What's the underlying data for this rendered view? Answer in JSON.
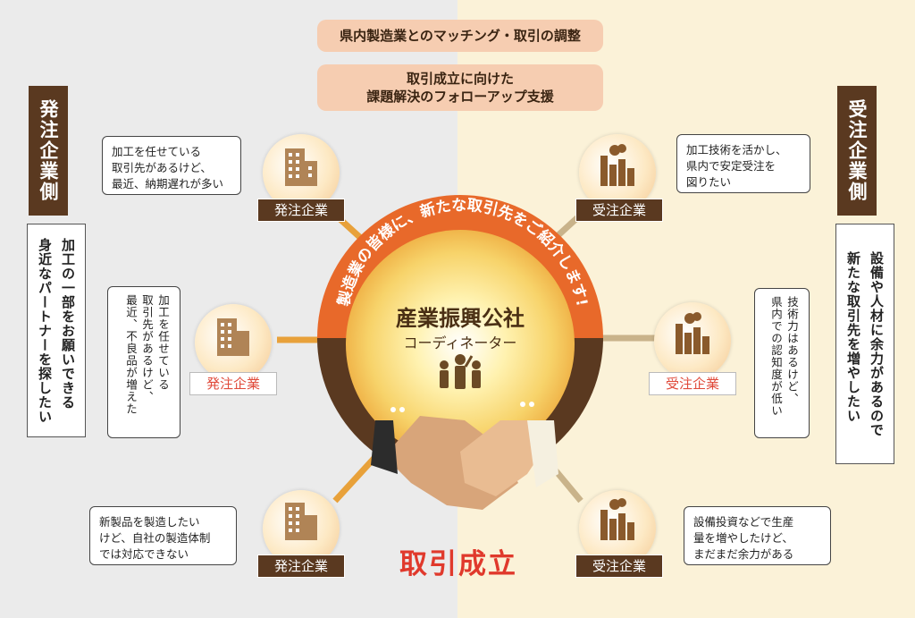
{
  "top_pills": {
    "pill1": "県内製造業とのマッチング・取引の調整",
    "pill2_line1": "取引成立に向けた",
    "pill2_line2": "課題解決のフォローアップ支援"
  },
  "left": {
    "title": "発注企業側",
    "desc": "加工の一部をお願いできる\n身近なパートナーを探したい"
  },
  "right": {
    "title": "受注企業側",
    "desc": "設備や人材に余力があるので\n新たな取引先を増やしたい"
  },
  "center": {
    "arc_text": "製造業の皆様に、新たな取引先をご紹介します!",
    "org_name": "産業振興公社",
    "role": "コーディネーター",
    "deal_label": "取引成立"
  },
  "nodes": {
    "orderer_label": "発注企業",
    "supplier_label": "受注企業"
  },
  "bubbles": {
    "left_top": "加工を任せている\n取引先があるけど、\n最近、納期遅れが多い",
    "left_mid": "加工を任せている\n取引先があるけど、\n最近、不良品が増えた",
    "left_bottom": "新製品を製造したい\nけど、自社の製造体制\nでは対応できない",
    "right_top": "加工技術を活かし、\n県内で安定受注を\n図りたい",
    "right_mid": "技術力はあるけど、\n県内での認知度が低い",
    "right_bottom": "設備投資などで生産\n量を増やしたけど、\nまだまだ余力がある"
  },
  "colors": {
    "dark_brown": "#5a3920",
    "orange": "#e8692a",
    "accent_red": "#e0392c",
    "pill": "#f6cdb1"
  },
  "icons": {
    "building": "building-icon",
    "factory": "factory-icon",
    "people": "people-icon",
    "handshake": "handshake-icon"
  }
}
